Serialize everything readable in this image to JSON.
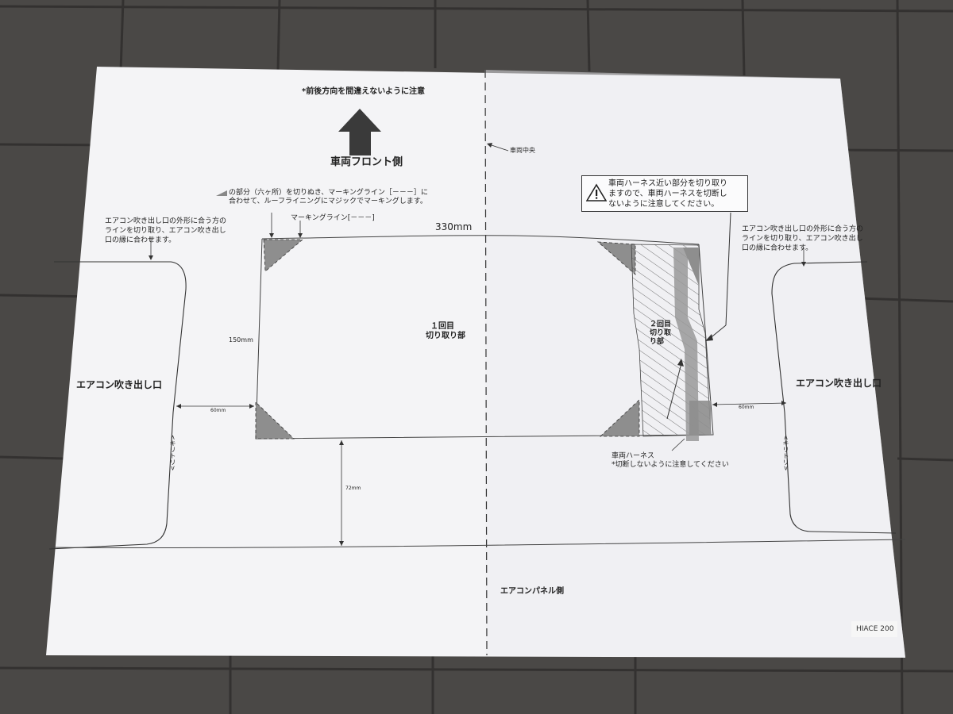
{
  "notes": {
    "direction_caution": "*前後方向を間違えないように注意",
    "vehicle_front": "車両フロント側",
    "vehicle_center": "車両中央",
    "cut_instruction_line1": "の部分（六ヶ所）を切りぬき、マーキングライン［－－－］に",
    "cut_instruction_line2": "合わせて、ルーフライニングにマジックでマーキングします。",
    "marking_line": "マーキングライン[－－－]",
    "left_vent_note_line1": "エアコン吹き出し口の外形に合う方の",
    "left_vent_note_line2": "ラインを切り取り、エアコン吹き出し",
    "left_vent_note_line3": "口の縁に合わせます。",
    "right_vent_note_line1": "エアコン吹き出し口の外形に合う方の",
    "right_vent_note_line2": "ラインを切り取り、エアコン吹き出し",
    "right_vent_note_line3": "口の縁に合わせます。"
  },
  "dimensions": {
    "width": "330mm",
    "height": "150mm",
    "left_gap": "60mm",
    "right_gap": "60mm",
    "bottom_gap": "72mm"
  },
  "labels": {
    "first_cut_line1": "１回目",
    "first_cut_line2": "切り取り部",
    "second_cut_line1": "２回目",
    "second_cut_line2": "切り取",
    "second_cut_line3": "り部",
    "ac_vent_left": "エアコン吹き出し口",
    "ac_vent_right": "エアコン吹き出し口",
    "kiritori_left": "<キリトリ>",
    "kiritori_right": "<キリトリ>",
    "ac_panel_side": "エアコンパネル側",
    "harness": "車両ハーネス",
    "harness_caution": "*切断しないように注意してください"
  },
  "warning": {
    "line1": "車両ハーネス近い部分を切り取り",
    "line2": "ますので、車両ハーネスを切断し",
    "line3": "ないように注意してください。",
    "icon": "warning-triangle-icon"
  },
  "model": "HIACE 200",
  "colors": {
    "floor": "#4a4846",
    "paper": "#f4f4f6",
    "cut_corner": "#8e8e8e",
    "ink": "#222222"
  }
}
